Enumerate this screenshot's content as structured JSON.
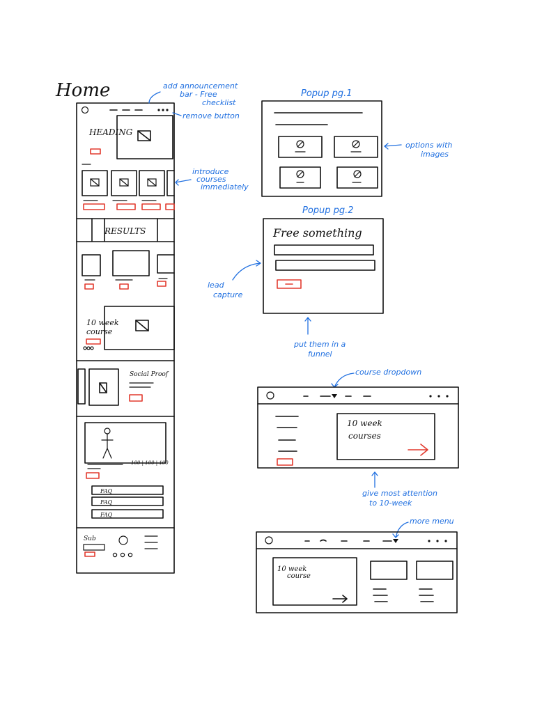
{
  "colors": {
    "ink": "#111111",
    "accent_red": "#e23a2e",
    "annotation_blue": "#1f6fe0"
  },
  "home": {
    "title": "Home",
    "heading": "HEADING",
    "results": "RESULTS",
    "ten_week_course": [
      "10 week",
      "course"
    ],
    "social_proof": "Social Proof",
    "stat_numbers": "100 | 100 | 100",
    "faq_items": [
      "FAQ",
      "FAQ",
      "FAQ"
    ],
    "footer_sub": "Sub"
  },
  "popup_1": {
    "title": "Popup pg.1"
  },
  "popup_2": {
    "title": "Popup pg.2",
    "headline": "Free something"
  },
  "desktop_1": {
    "card_text": [
      "10 week",
      "courses"
    ]
  },
  "desktop_2": {
    "card_text": [
      "10 week",
      "course"
    ]
  },
  "annotations": {
    "announcement": [
      "add announcement",
      "bar - Free",
      "checklist"
    ],
    "remove_button": "remove button",
    "introduce_courses": [
      "introduce",
      "courses",
      "immediately"
    ],
    "options_with_images": [
      "options with",
      "images"
    ],
    "lead_capture": [
      "lead",
      "capture"
    ],
    "funnel": [
      "put them in a",
      "funnel"
    ],
    "course_dropdown": "course dropdown",
    "most_attention": [
      "give most attention",
      "to 10-week"
    ],
    "more_menu": "more menu"
  }
}
